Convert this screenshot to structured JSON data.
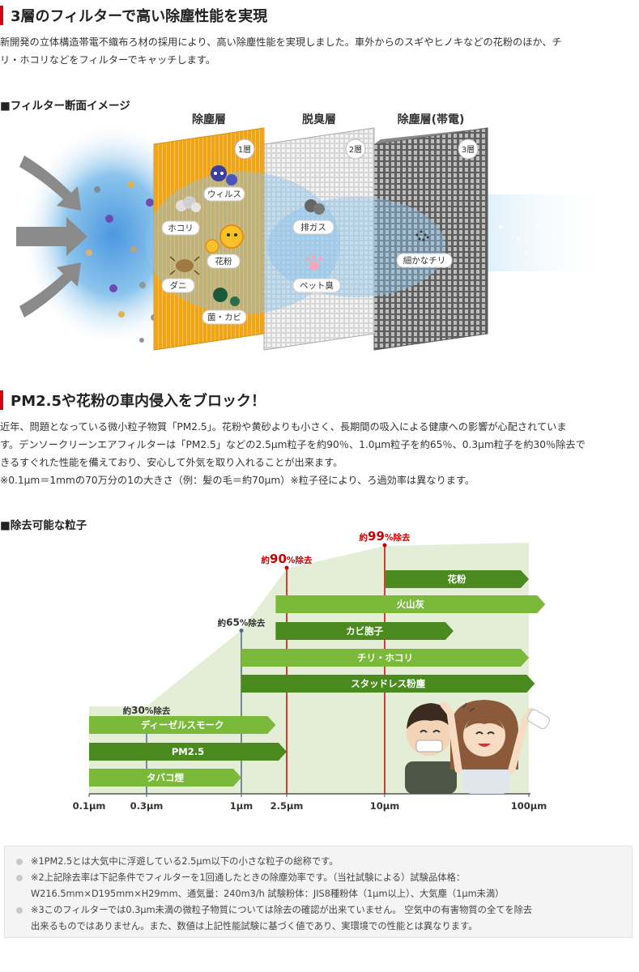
{
  "section1": {
    "heading": "3層のフィルターで高い除塵性能を実現",
    "body_lines": [
      "新開発の立体構造帯電不織布ろ材の採用により、高い除塵性能を実現しました。車外からのスギやヒノキなどの花粉のほか、チ",
      "リ・ホコリなどをフィルターでキャッチします。"
    ]
  },
  "filter_image": {
    "title": "■フィルター断面イメージ",
    "layers": [
      {
        "name": "除塵層",
        "badge": "1層"
      },
      {
        "name": "脱臭層",
        "badge": "2層"
      },
      {
        "name": "除塵層(帯電)",
        "badge": "3層"
      }
    ],
    "layer1_labels": [
      "ウィルス",
      "ホコリ",
      "花粉",
      "ダニ",
      "菌・カビ"
    ],
    "layer2_labels": [
      "排ガス",
      "ペット臭"
    ],
    "layer3_labels": [
      "細かなチリ"
    ],
    "colors": {
      "layer1": "#f0a418",
      "layer2": "#c6c6c6",
      "layer3": "#6f6f6f",
      "air": "#8cc4ec"
    }
  },
  "section2": {
    "heading": "PM2.5や花粉の車内侵入をブロック！",
    "body_lines": [
      "近年、問題となっている微小粒子物質「PM2.5」。花粉や黄砂よりも小さく、長期間の吸入による健康への影響が心配されていま",
      "す。デンソークリーンエアフィルターは「PM2.5」などの2.5μm粒子を約90％、1.0μm粒子を約65％、0.3μm粒子を約30％除去で",
      "きるすぐれた性能を備えており、安心して外気を取り入れることが出来ます。",
      "※0.1μm＝1mmの70万分の1の大きさ（例：髪の毛＝約70μm）※粒子径により、ろ過効率は異なります。"
    ]
  },
  "particle_chart": {
    "title": "■除去可能な粒子",
    "removal_labels": [
      {
        "prefix": "約",
        "value": "30",
        "suffix": "%除去",
        "color": "#333333"
      },
      {
        "prefix": "約",
        "value": "65",
        "suffix": "%除去",
        "color": "#333333"
      },
      {
        "prefix": "約",
        "value": "90",
        "suffix": "%除去",
        "color": "#cc0000"
      },
      {
        "prefix": "約",
        "value": "99",
        "suffix": "%除去",
        "color": "#cc0000"
      }
    ],
    "axis_ticks": [
      "0.1μm",
      "0.3μm",
      "1μm",
      "2.5μm",
      "10μm",
      "100μm"
    ],
    "bars": [
      "花粉",
      "火山灰",
      "カビ胞子",
      "チリ・ホコリ",
      "スタッドレス粉塵",
      "ディーゼルスモーク",
      "PM2.5",
      "タバコ煙"
    ],
    "colors": {
      "bar_dark": "#4a8a1e",
      "bar_light": "#7ab93a",
      "area": "#e4edd6",
      "marker_red": "#cc0000",
      "marker_blue": "#4a6d8a"
    }
  },
  "chart_data": {
    "type": "bar",
    "x_scale": "log",
    "x_unit": "μm",
    "x_ticks": [
      0.1,
      0.3,
      1,
      2.5,
      10,
      100
    ],
    "removal_rates": [
      {
        "size_um": 0.3,
        "rate_pct": 30
      },
      {
        "size_um": 1,
        "rate_pct": 65
      },
      {
        "size_um": 2.5,
        "rate_pct": 90
      },
      {
        "size_um": 10,
        "rate_pct": 99
      }
    ],
    "particle_ranges": [
      {
        "name": "花粉",
        "min_um": 10,
        "max_um": 100
      },
      {
        "name": "火山灰",
        "min_um": 2,
        "max_um": 130
      },
      {
        "name": "カビ胞子",
        "min_um": 2,
        "max_um": 30
      },
      {
        "name": "チリ・ホコリ",
        "min_um": 1,
        "max_um": 100
      },
      {
        "name": "スタッドレス粉塵",
        "min_um": 1,
        "max_um": 110
      },
      {
        "name": "ディーゼルスモーク",
        "min_um": 0.1,
        "max_um": 2
      },
      {
        "name": "PM2.5",
        "min_um": 0.1,
        "max_um": 2.5
      },
      {
        "name": "タバコ煙",
        "min_um": 0.1,
        "max_um": 1
      }
    ]
  },
  "notes": [
    "※1PM2.5とは大気中に浮遊している2.5μm以下の小さな粒子の総称です。",
    "※2上記除去率は下記条件でフィルターを1回通したときの除塵効率です。（当社試験による）試験品体格：",
    "W216.5mm×D195mm×H29mm、通気量：240m3/h 試験粉体：JIS8種粉体（1μm以上）、大気塵（1μm未満）",
    "※3このフィルターでは0.3μm未満の微粒子物質については除去の確認が出来ていません。 空気中の有害物質の全てを除去",
    "出来るものではありません。また、数値は上記性能試験に基づく値であり、実環境での性能とは異なります。"
  ]
}
